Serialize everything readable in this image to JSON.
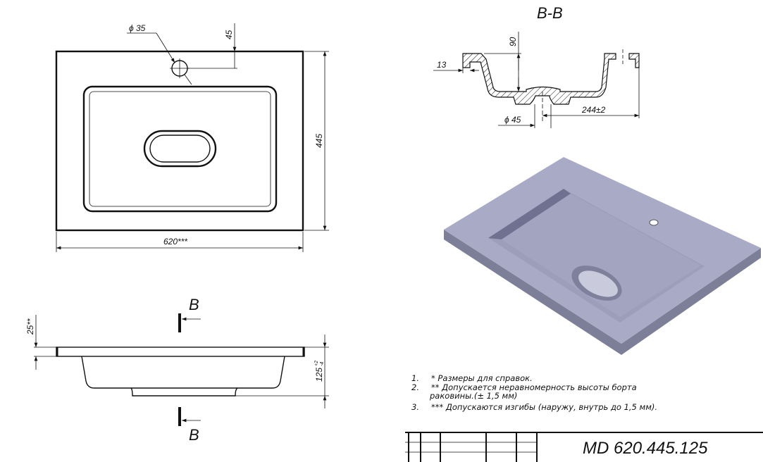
{
  "top_view": {
    "hole_diameter": "ϕ 35",
    "hole_offset": "45",
    "width": "620***",
    "depth": "445"
  },
  "side_view": {
    "rim_height": "25**",
    "total_height": "125",
    "total_height_tol_upper": "+2",
    "total_height_tol_lower": "-4",
    "section_mark_top": "B",
    "section_mark_bottom": "B"
  },
  "section": {
    "title": "B-B",
    "depth": "90",
    "rim": "13",
    "drain_diameter": "ϕ 45",
    "drain_offset": "244±2"
  },
  "notes": [
    {
      "num": "1.",
      "text": "*  Размеры для справок."
    },
    {
      "num": "2.",
      "text": "** Допускается неравномерность высоты борта",
      "text2": "раковины.(± 1,5 мм)"
    },
    {
      "num": "3.",
      "text": "*** Допускаются изгибы (наружу, внутрь до 1,5 мм)."
    }
  ],
  "title_block": {
    "code": "MD 620.445.125"
  },
  "colors": {
    "render_top": "#a9abc6",
    "render_side": "#7d7f99",
    "render_basin": "#9c9eba"
  }
}
